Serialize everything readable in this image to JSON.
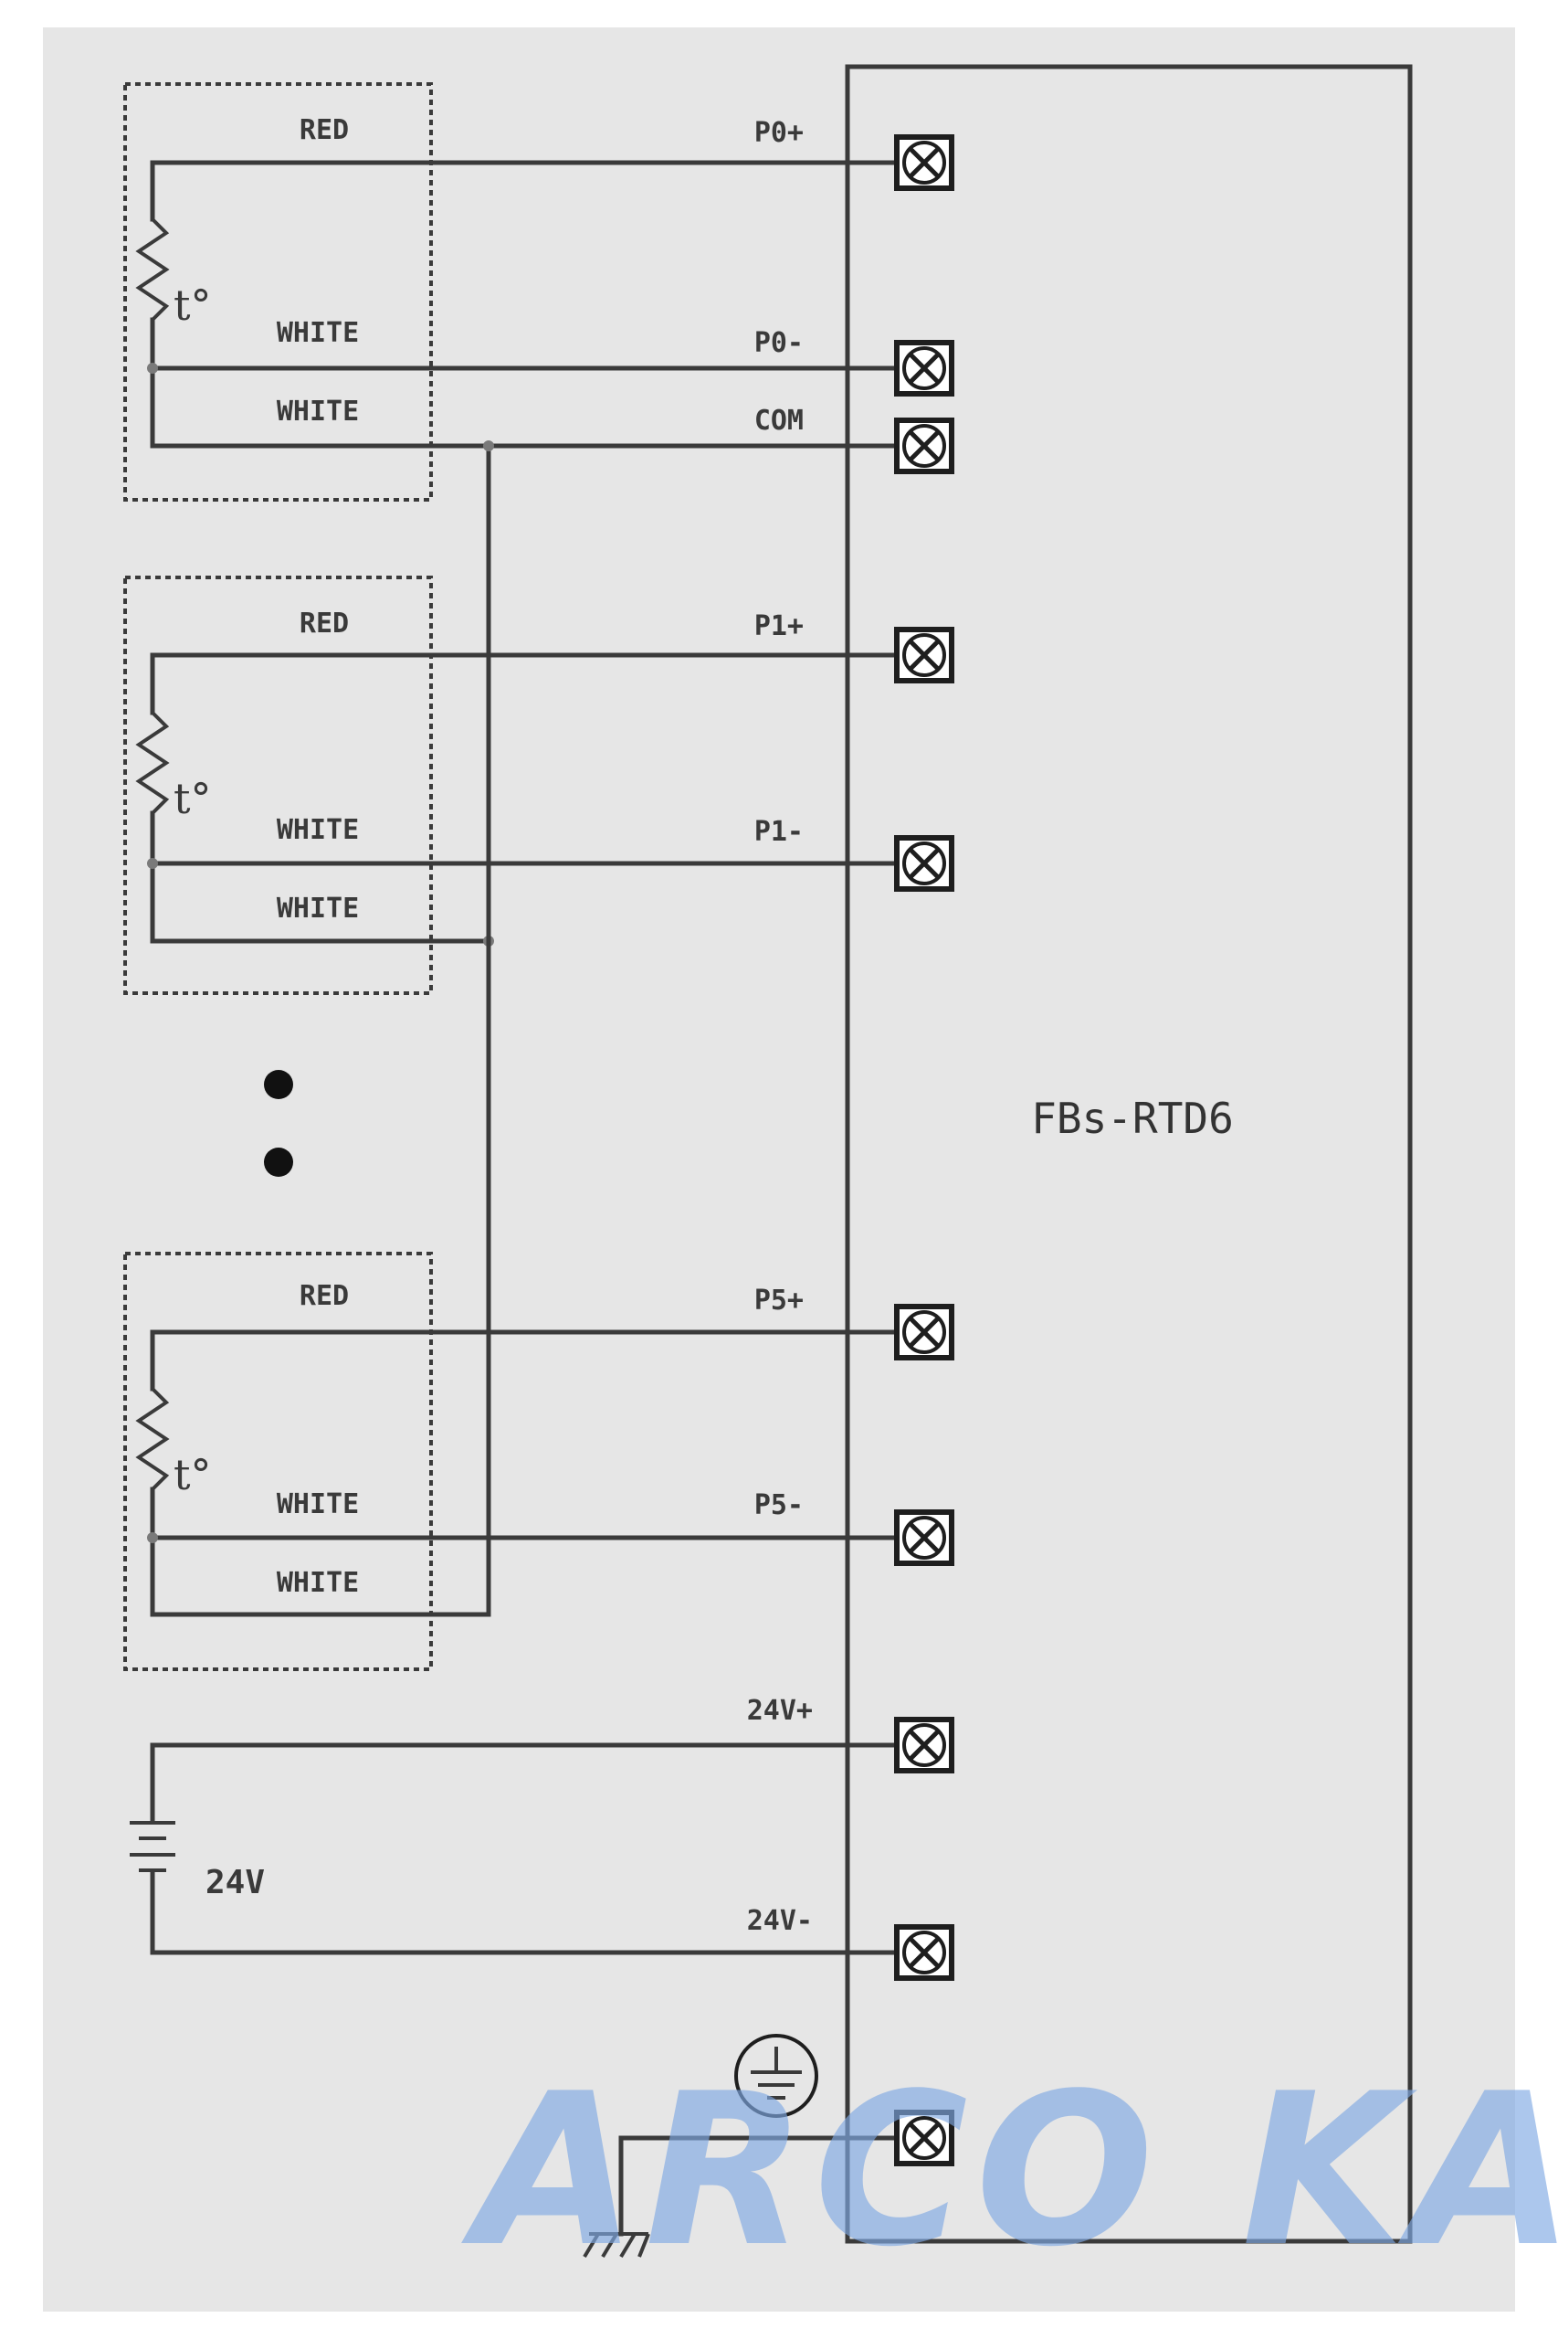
{
  "module": {
    "name": "FBs-RTD6"
  },
  "sensors": [
    {
      "wire_top": "RED",
      "wire_mid": "WHITE",
      "wire_bot": "WHITE",
      "term_plus": "P0+",
      "term_minus": "P0-",
      "temp_symbol": "t°"
    },
    {
      "wire_top": "RED",
      "wire_mid": "WHITE",
      "wire_bot": "WHITE",
      "term_plus": "P1+",
      "term_minus": "P1-",
      "temp_symbol": "t°"
    },
    {
      "wire_top": "RED",
      "wire_mid": "WHITE",
      "wire_bot": "WHITE",
      "term_plus": "P5+",
      "term_minus": "P5-",
      "temp_symbol": "t°"
    }
  ],
  "com_label": "COM",
  "power": {
    "plus": "24V+",
    "minus": "24V-",
    "battery": "24V"
  },
  "watermark": "ARCO KALA",
  "colors": {
    "panel": "#e6e6e6",
    "line": "#3a3a3a",
    "watermark": "#7fa9e3"
  }
}
